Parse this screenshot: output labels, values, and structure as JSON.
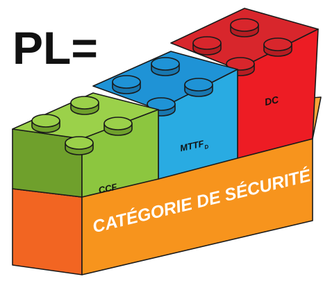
{
  "title": "PL=",
  "bricks": [
    {
      "id": "ccf",
      "label": "CCF",
      "color_front": "#8cc63f",
      "color_top": "#9bd14a",
      "color_side": "#6fa02c"
    },
    {
      "id": "mttfd",
      "label": "MTTF",
      "subscript": "D",
      "color_front": "#29abe2",
      "color_top": "#1f93d6",
      "color_side": "#1877b0"
    },
    {
      "id": "dc",
      "label": "DC",
      "color_front": "#ed1c24",
      "color_top": "#d8262c",
      "color_side": "#b51d22"
    }
  ],
  "base": {
    "label": "CATÉGORIE DE SÉCURITÉ",
    "color_front": "#f7941d",
    "color_top": "#f9a53a",
    "color_side": "#f26522"
  }
}
